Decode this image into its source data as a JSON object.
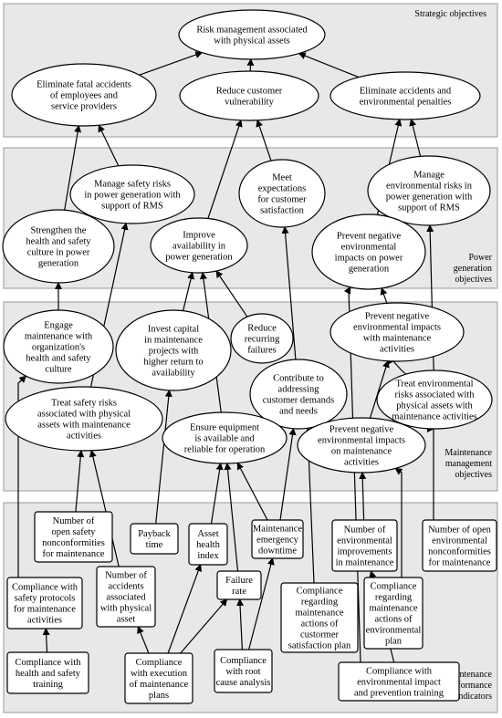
{
  "bands": [
    {
      "id": "strategic",
      "label": [
        "Strategic objectives"
      ]
    },
    {
      "id": "power",
      "label": [
        "Power",
        "generation",
        "objectives"
      ]
    },
    {
      "id": "maintenance",
      "label": [
        "Maintenance",
        "management",
        "objectives"
      ]
    },
    {
      "id": "indicators",
      "label": [
        "Maintenance",
        "performance",
        "indicators"
      ]
    }
  ],
  "nodes": [
    {
      "id": "n1",
      "shape": "ellipse",
      "lines": [
        "Risk management associated",
        "with physical assets"
      ]
    },
    {
      "id": "n2",
      "shape": "ellipse",
      "lines": [
        "Eliminate fatal accidents",
        "of employees and",
        "service providers"
      ]
    },
    {
      "id": "n3",
      "shape": "ellipse",
      "lines": [
        "Reduce customer",
        "vulnerability"
      ]
    },
    {
      "id": "n4",
      "shape": "ellipse",
      "lines": [
        "Eliminate accidents and",
        "environmental penalties"
      ]
    },
    {
      "id": "n5",
      "shape": "ellipse",
      "lines": [
        "Manage safety risks",
        "in power generation with",
        "support of RMS"
      ]
    },
    {
      "id": "n6",
      "shape": "ellipse",
      "lines": [
        "Strengthen the",
        "health and safety",
        "culture in power",
        "generation"
      ]
    },
    {
      "id": "n7",
      "shape": "ellipse",
      "lines": [
        "Meet",
        "expectations",
        "for customer",
        "satisfaction"
      ]
    },
    {
      "id": "n8",
      "shape": "ellipse",
      "lines": [
        "Manage",
        "environmental risks in",
        "power generation with",
        "support of RMS"
      ]
    },
    {
      "id": "n9",
      "shape": "ellipse",
      "lines": [
        "Improve",
        "availability in",
        "power generation"
      ]
    },
    {
      "id": "n10",
      "shape": "ellipse",
      "lines": [
        "Prevent negative",
        "environmental",
        "impacts on power",
        "generation"
      ]
    },
    {
      "id": "n11",
      "shape": "ellipse",
      "lines": [
        "Engage",
        "maintenance with",
        "organization's",
        "health and safety",
        "culture"
      ]
    },
    {
      "id": "n12",
      "shape": "ellipse",
      "lines": [
        "Invest capital",
        "in maintenance",
        "projects with",
        "higher return to",
        "availability"
      ]
    },
    {
      "id": "n13",
      "shape": "ellipse",
      "lines": [
        "Reduce",
        "recurring",
        "failures"
      ]
    },
    {
      "id": "n14",
      "shape": "ellipse",
      "lines": [
        "Prevent negative",
        "environmental impacts",
        "with maintenance",
        "activities"
      ]
    },
    {
      "id": "n15",
      "shape": "ellipse",
      "lines": [
        "Contribute to",
        "addressing",
        "customer demands",
        "and needs"
      ]
    },
    {
      "id": "n16",
      "shape": "ellipse",
      "lines": [
        "Treat environmental",
        "risks associated with",
        "physical assets with",
        "maintenance activities"
      ]
    },
    {
      "id": "n17",
      "shape": "ellipse",
      "lines": [
        "Treat safety risks",
        "associated with physical",
        "assets with maintenance",
        "activities"
      ]
    },
    {
      "id": "n18",
      "shape": "ellipse",
      "lines": [
        "Ensure equipment",
        "is available and",
        "reliable for operation"
      ]
    },
    {
      "id": "n19",
      "shape": "ellipse",
      "lines": [
        "Prevent negative",
        "environmental impacts",
        "on maintenance",
        "activities"
      ]
    },
    {
      "id": "b1",
      "shape": "rect",
      "lines": [
        "Number of",
        "open safety",
        "nonconformities",
        "for maintenance"
      ]
    },
    {
      "id": "b2",
      "shape": "rect",
      "lines": [
        "Payback",
        "time"
      ]
    },
    {
      "id": "b3",
      "shape": "rect",
      "lines": [
        "Asset",
        "health",
        "index"
      ]
    },
    {
      "id": "b4",
      "shape": "rect",
      "lines": [
        "Maintenance",
        "emergency",
        "downtime"
      ]
    },
    {
      "id": "b5",
      "shape": "rect",
      "lines": [
        "Number of",
        "environmental",
        "improvements",
        "in maintenance"
      ]
    },
    {
      "id": "b6",
      "shape": "rect",
      "lines": [
        "Number of open",
        "environmental",
        "nonconformities",
        "for maintenance"
      ]
    },
    {
      "id": "b7",
      "shape": "rect",
      "lines": [
        "Compliance with",
        "safety protocols",
        "for maintenance",
        "activities"
      ]
    },
    {
      "id": "b8",
      "shape": "rect",
      "lines": [
        "Number of",
        "accidents",
        "associated",
        "with physical",
        "asset"
      ]
    },
    {
      "id": "b9",
      "shape": "rect",
      "lines": [
        "Failure",
        "rate"
      ]
    },
    {
      "id": "b10",
      "shape": "rect",
      "lines": [
        "Compliance",
        "regarding",
        "maintenance",
        "actions of",
        "custormer",
        "satisfaction plan"
      ]
    },
    {
      "id": "b11",
      "shape": "rect",
      "lines": [
        "Compliance",
        "regarding",
        "maintenance",
        "actions of",
        "environmental",
        "plan"
      ]
    },
    {
      "id": "b12",
      "shape": "rect",
      "lines": [
        "Compliance with",
        "health and safety",
        "training"
      ]
    },
    {
      "id": "b13",
      "shape": "rect",
      "lines": [
        "Compliance",
        "with execution",
        "of maintenance",
        "plans"
      ]
    },
    {
      "id": "b14",
      "shape": "rect",
      "lines": [
        "Compliance",
        "with root",
        "cause analysis"
      ]
    },
    {
      "id": "b15",
      "shape": "rect",
      "lines": [
        "Compliance with",
        "environmental impact",
        "and prevention training"
      ]
    }
  ],
  "edges": [
    [
      "n2",
      "n1"
    ],
    [
      "n3",
      "n1"
    ],
    [
      "n4",
      "n1"
    ],
    [
      "n6",
      "n2"
    ],
    [
      "n5",
      "n2"
    ],
    [
      "n9",
      "n3"
    ],
    [
      "n7",
      "n3"
    ],
    [
      "n10",
      "n4"
    ],
    [
      "n8",
      "n4"
    ],
    [
      "n11",
      "n6"
    ],
    [
      "n12",
      "n9"
    ],
    [
      "n13",
      "n9"
    ],
    [
      "n14",
      "n10"
    ],
    [
      "n16",
      "n8"
    ],
    [
      "n17",
      "n5"
    ],
    [
      "n18",
      "n9"
    ],
    [
      "n15",
      "n7"
    ],
    [
      "n19",
      "n14"
    ],
    [
      "n16",
      "n14"
    ],
    [
      "b1",
      "n17"
    ],
    [
      "b7",
      "n11"
    ],
    [
      "b8",
      "n17"
    ],
    [
      "b2",
      "n12"
    ],
    [
      "b3",
      "n18"
    ],
    [
      "b9",
      "n18"
    ],
    [
      "b4",
      "n18"
    ],
    [
      "b4",
      "n15"
    ],
    [
      "b10",
      "n15"
    ],
    [
      "b5",
      "n19"
    ],
    [
      "b11",
      "n19"
    ],
    [
      "b6",
      "n16"
    ],
    [
      "b12",
      "b7"
    ],
    [
      "b13",
      "b3"
    ],
    [
      "b13",
      "b9"
    ],
    [
      "b14",
      "b9"
    ],
    [
      "b14",
      "b4"
    ],
    [
      "b13",
      "b8"
    ],
    [
      "b15",
      "b5"
    ],
    [
      "b15",
      "n10"
    ]
  ]
}
